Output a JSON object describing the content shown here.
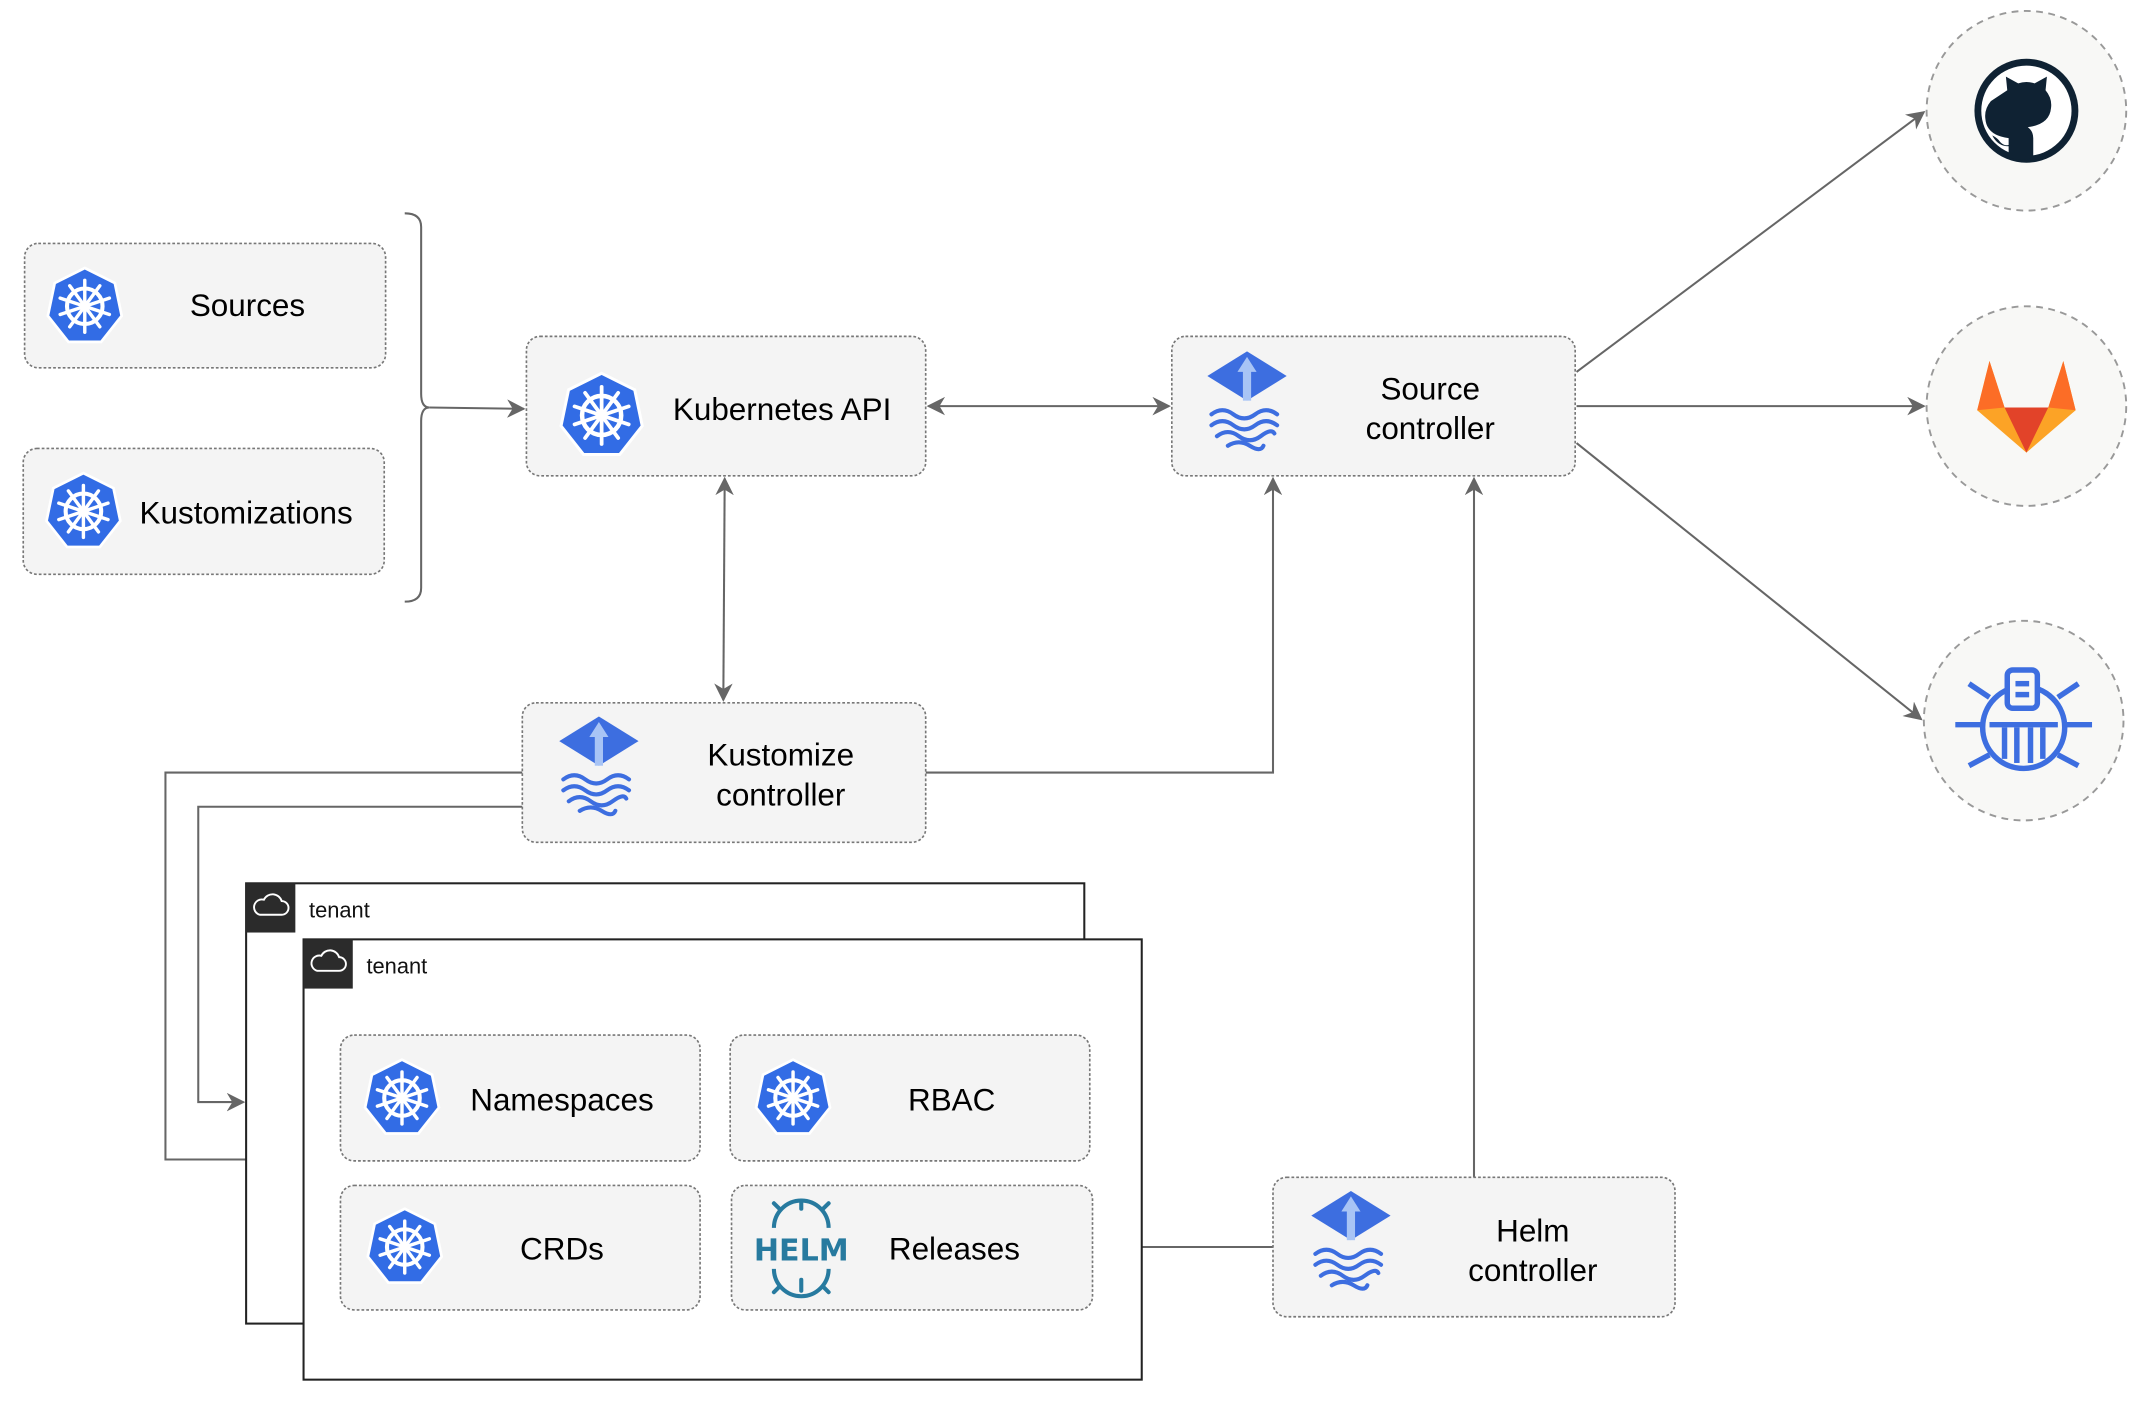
{
  "nodes": {
    "sources": "Sources",
    "kustomizations": "Kustomizations",
    "kubernetes_api": "Kubernetes API",
    "source_controller": [
      "Source",
      "controller"
    ],
    "kustomize_controller": [
      "Kustomize",
      "controller"
    ],
    "helm_controller": [
      "Helm",
      "controller"
    ],
    "namespaces": "Namespaces",
    "rbac": "RBAC",
    "crds": "CRDs",
    "releases": "Releases",
    "helm_logo": "HELM"
  },
  "tenants": [
    "tenant",
    "tenant"
  ],
  "external_sources": [
    "github-icon",
    "gitlab-icon",
    "bucket-icon"
  ],
  "colors": {
    "kubernetes_blue": "#326ce5",
    "flux_blue": "#3d6ee0",
    "helm_blue": "#277a9f",
    "github_dark": "#0f2233",
    "gitlab_orange": "#e24329"
  }
}
